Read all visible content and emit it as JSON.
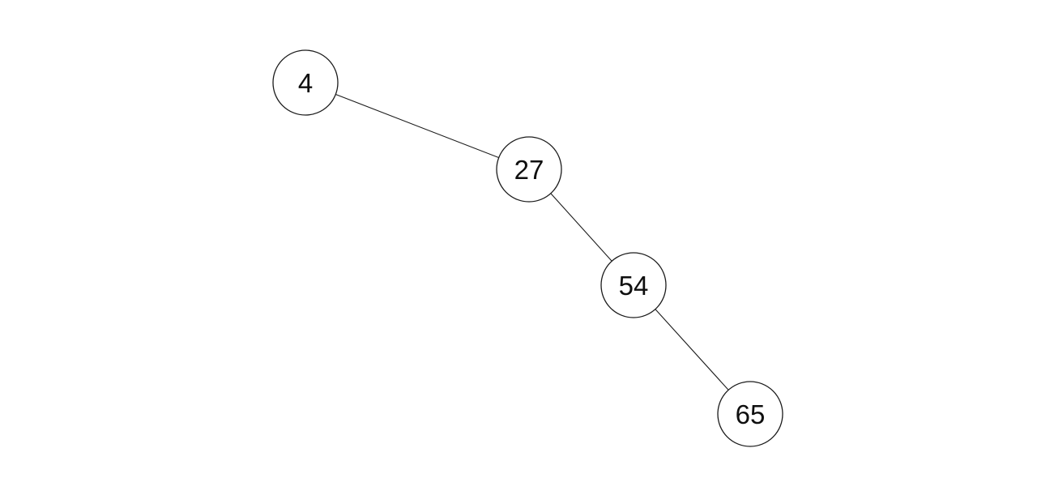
{
  "diagram": {
    "type": "binary-search-tree",
    "orientation": "right-skewed-chain",
    "colors": {
      "background": "#ffffff",
      "node_fill": "#ffffff",
      "node_stroke": "#1c1c1c",
      "edge_stroke": "#1c1c1c",
      "text": "#0f0f0f"
    },
    "nodes": [
      {
        "value": "4"
      },
      {
        "value": "27"
      },
      {
        "value": "54"
      },
      {
        "value": "65"
      }
    ],
    "edges": [
      {
        "from": "4",
        "to": "27"
      },
      {
        "from": "27",
        "to": "54"
      },
      {
        "from": "54",
        "to": "65"
      }
    ]
  }
}
